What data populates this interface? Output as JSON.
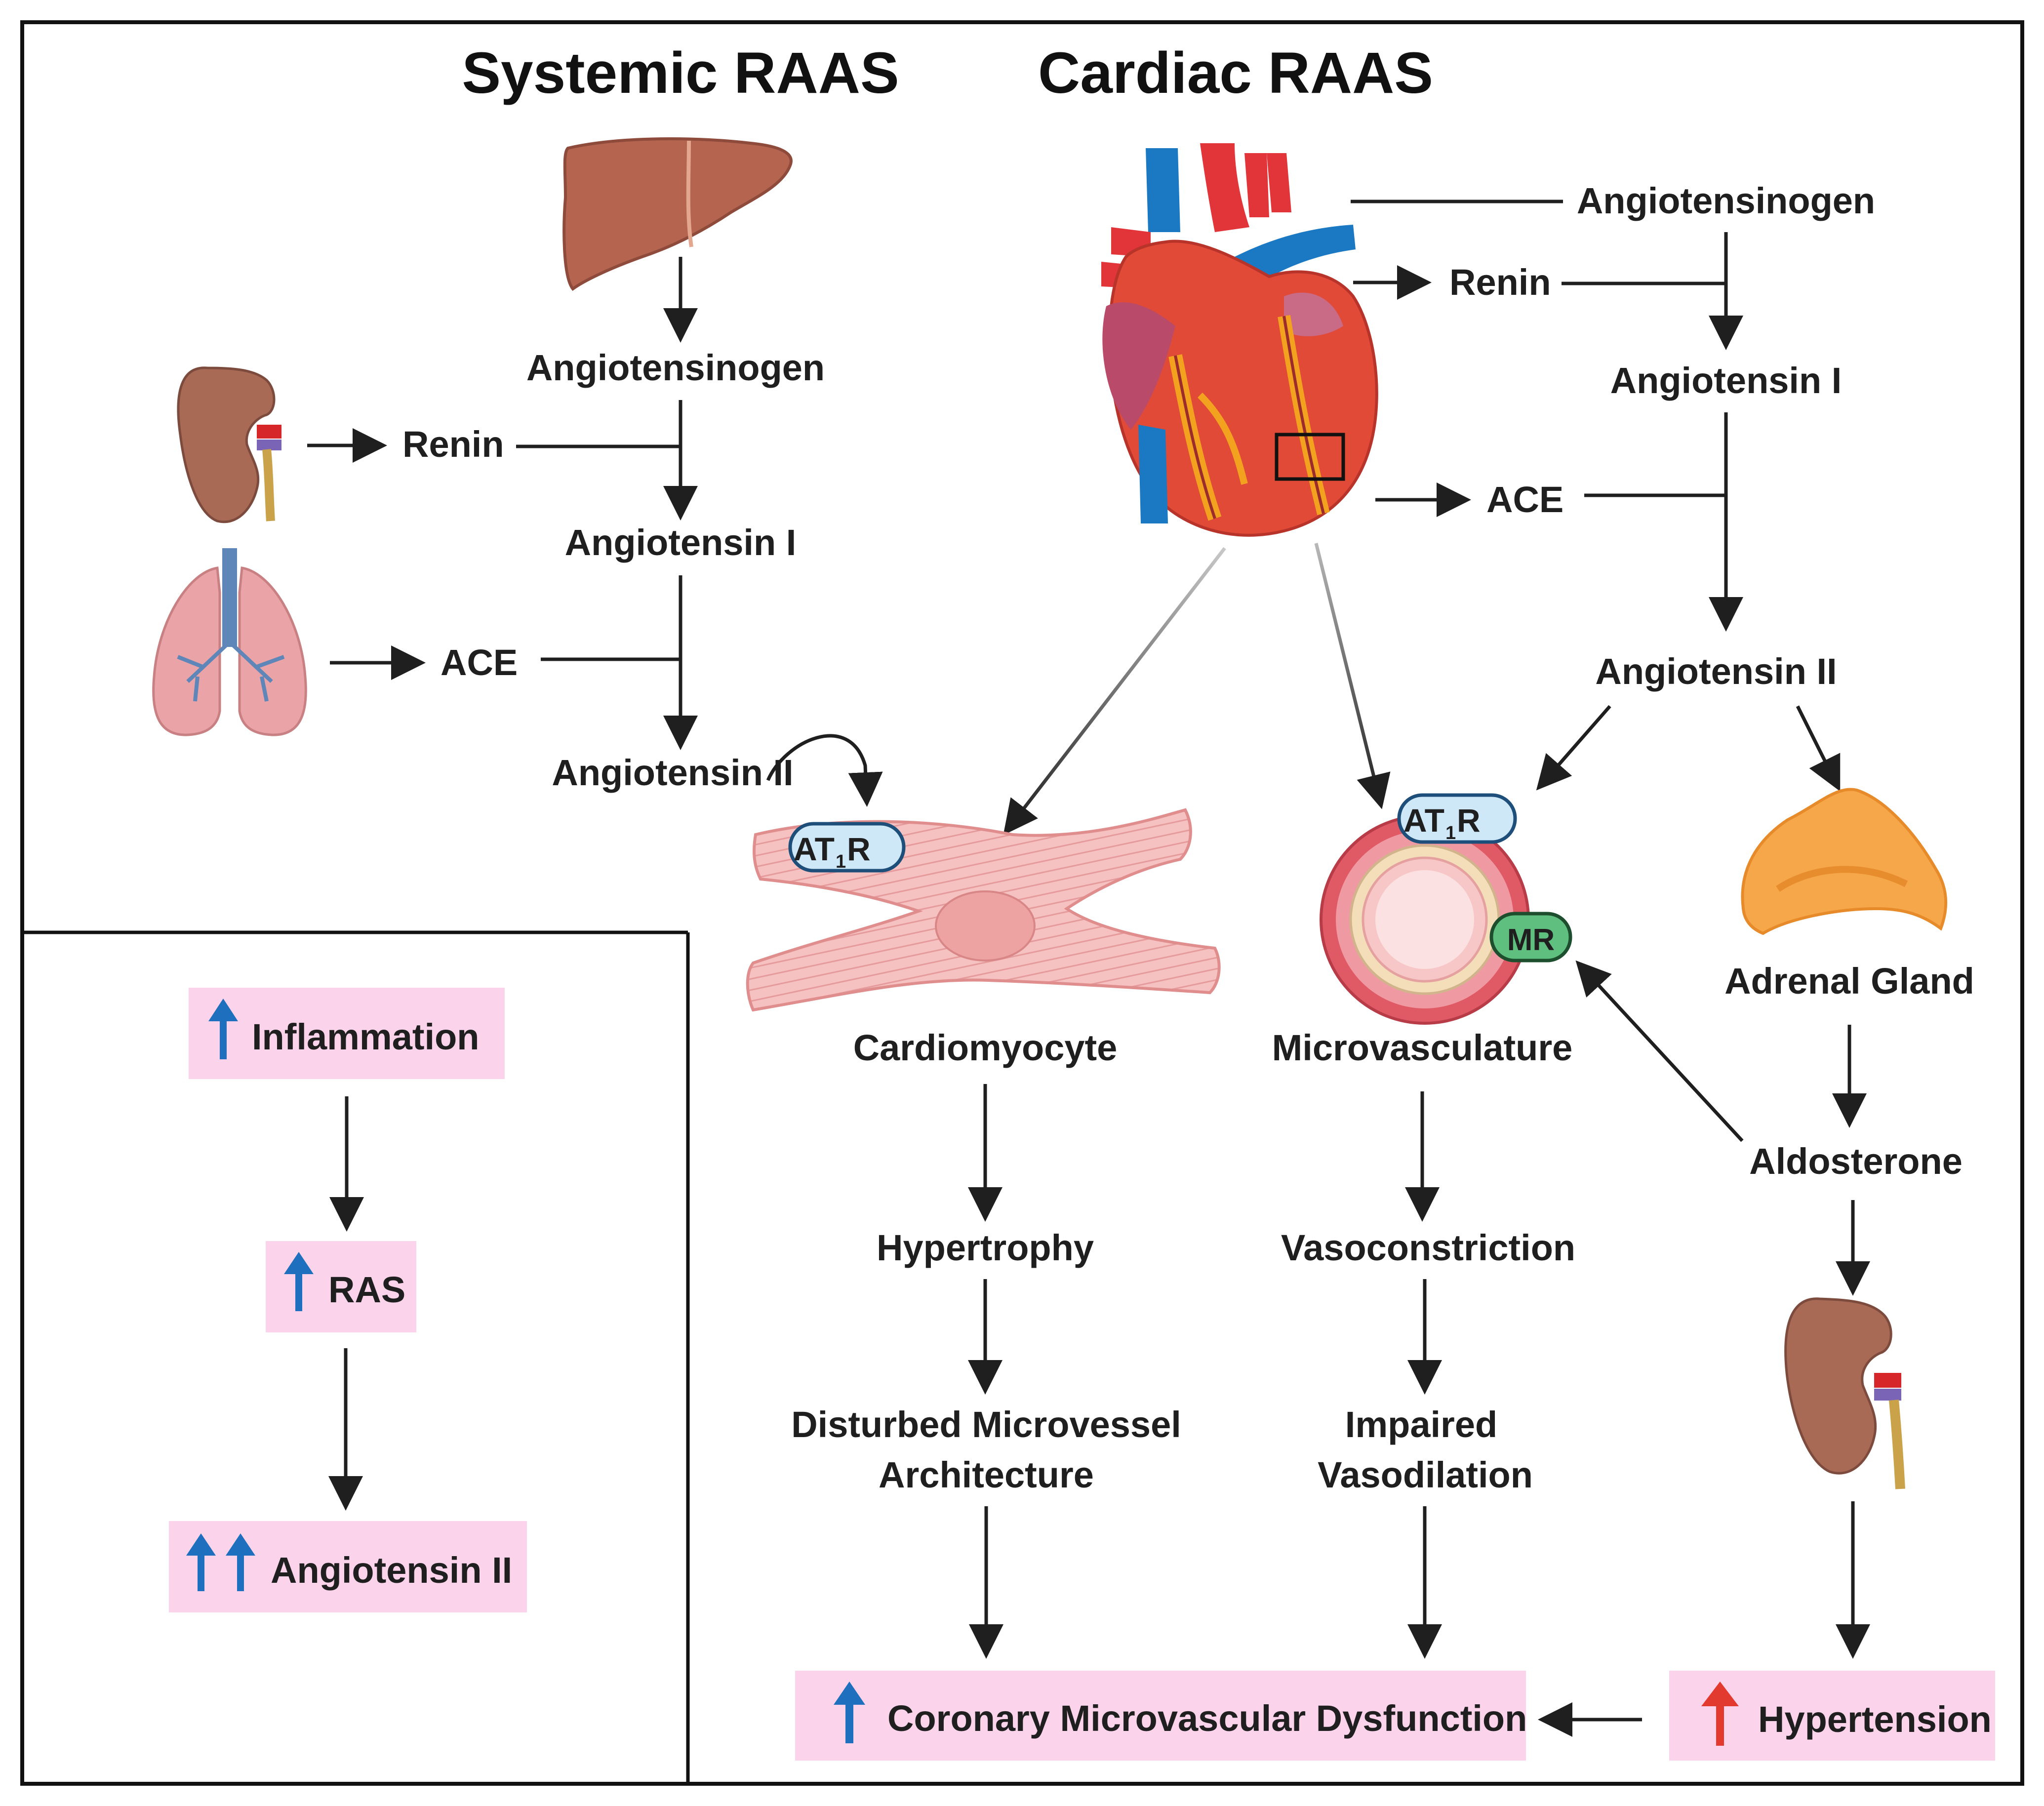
{
  "titles": {
    "systemic": "Systemic RAAS",
    "cardiac": "Cardiac RAAS"
  },
  "systemic": {
    "angiotensinogen": "Angiotensinogen",
    "renin": "Renin",
    "angiotensin_i": "Angiotensin I",
    "ace": "ACE",
    "angiotensin_ii": "Angiotensin II"
  },
  "cardiac": {
    "angiotensinogen": "Angiotensinogen",
    "renin": "Renin",
    "angiotensin_i": "Angiotensin I",
    "ace": "ACE",
    "angiotensin_ii": "Angiotensin II"
  },
  "receptors": {
    "at1r_main": "AT",
    "at1r_sub": "1",
    "at1r_tail": "R",
    "mr": "MR"
  },
  "cells": {
    "cardiomyocyte": "Cardiomyocyte",
    "microvasculature": "Microvasculature",
    "adrenal_gland": "Adrenal Gland",
    "aldosterone": "Aldosterone"
  },
  "effects": {
    "hypertrophy": "Hypertrophy",
    "disturbed_line1": "Disturbed Microvessel",
    "disturbed_line2": "Architecture",
    "vasoconstriction": "Vasoconstriction",
    "impaired_line1": "Impaired",
    "impaired_line2": "Vasodilation"
  },
  "outcomes": {
    "cmd": "Coronary Microvascular Dysfunction",
    "hypertension": "Hypertension"
  },
  "inset": {
    "inflammation": "Inflammation",
    "ras": "RAS",
    "angiotensin_ii": "Angiotensin II"
  },
  "colors": {
    "pink_box": "#fbd3ea",
    "up_arrow_blue": "#1f6fbf",
    "up_arrow_red": "#e23a2e",
    "receptor_blue": "#cfe8f8",
    "receptor_green": "#5fbf7f"
  }
}
